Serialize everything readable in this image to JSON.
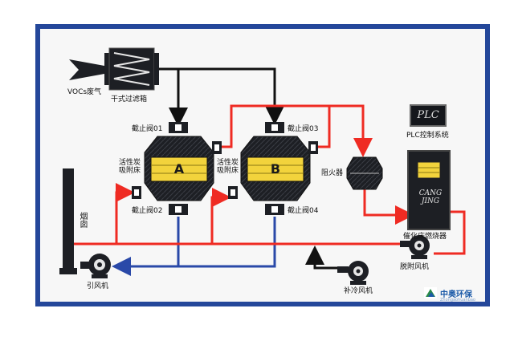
{
  "labels": {
    "vocs_gas": "VOCs废气",
    "dry_filter": "干式过滤箱",
    "valve_01": "截止阀01",
    "valve_02": "截止阀02",
    "valve_03": "截止阀03",
    "valve_04": "截止阀04",
    "bed_label_a": "活性炭\n吸附床",
    "bed_label_b": "活性炭\n吸附床",
    "bed_a_letter": "A",
    "bed_b_letter": "B",
    "flame_arrester": "阻火器",
    "plc_box_text": "PLC",
    "plc_system": "PLC控制系统",
    "burner_text": "CANG\nJING",
    "catalytic_burner": "催化床燃烧器",
    "desorption_fan": "脱附风机",
    "cooling_fan": "补冷风机",
    "chimney": "烟囱",
    "induced_fan": "引风机",
    "brand_name": "中奥环保",
    "brand_sub": "Zhongaohuanbao"
  },
  "colors": {
    "frame_blue": "#24479a",
    "panel_bg": "#f7f7f7",
    "hot_line": "#ef2b23",
    "cold_line": "#2a49a8",
    "main_line": "#111111",
    "carbon_yellow": "#f2d33c",
    "vessel_dark": "#1d1f24"
  }
}
